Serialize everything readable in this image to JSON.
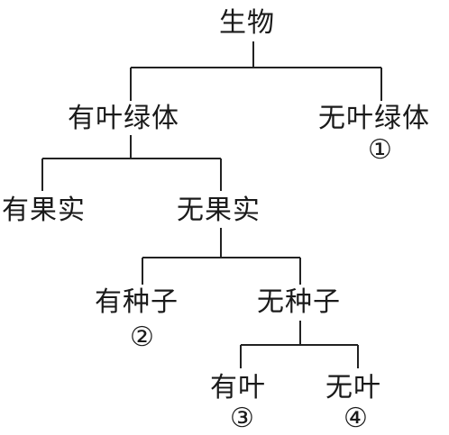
{
  "tree": {
    "root": "生物",
    "with_chlorophyll": "有叶绿体",
    "without_chlorophyll": "无叶绿体",
    "without_chlorophyll_marker": "①",
    "with_fruit": "有果实",
    "without_fruit": "无果实",
    "with_seed": "有种子",
    "with_seed_marker": "②",
    "without_seed": "无种子",
    "with_leaf": "有叶",
    "with_leaf_marker": "③",
    "without_leaf": "无叶",
    "without_leaf_marker": "④"
  }
}
